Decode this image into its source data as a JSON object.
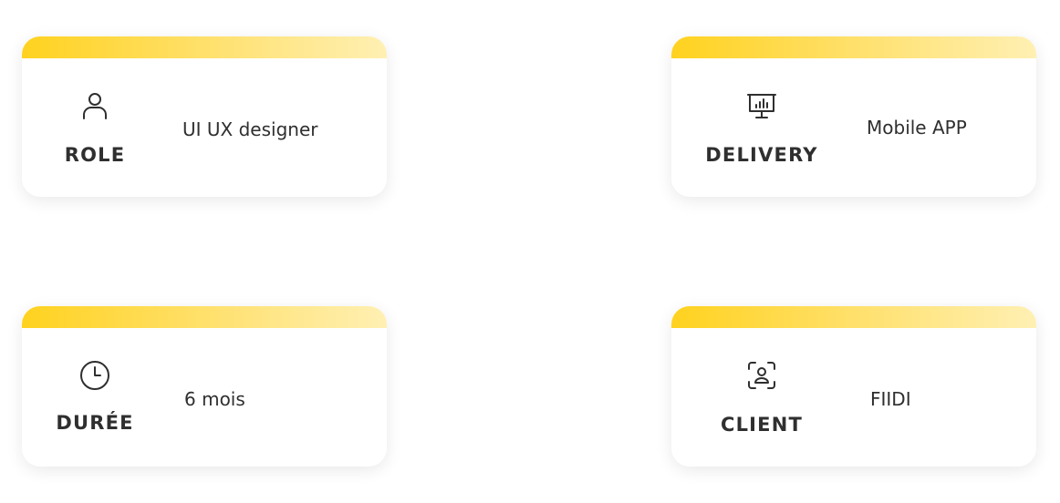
{
  "cards": {
    "role": {
      "label": "ROLE",
      "value": "UI UX designer",
      "icon": "user-icon"
    },
    "delivery": {
      "label": "DELIVERY",
      "value": "Mobile APP",
      "icon": "presentation-chart-icon"
    },
    "duree": {
      "label": "DURÉE",
      "value": "6 mois",
      "icon": "clock-icon"
    },
    "client": {
      "label": "CLIENT",
      "value": "FIIDI",
      "icon": "face-scan-icon"
    }
  },
  "colors": {
    "accent": "#ffd21f",
    "accent_light": "#fff0b3",
    "text": "#2f2f2f"
  }
}
